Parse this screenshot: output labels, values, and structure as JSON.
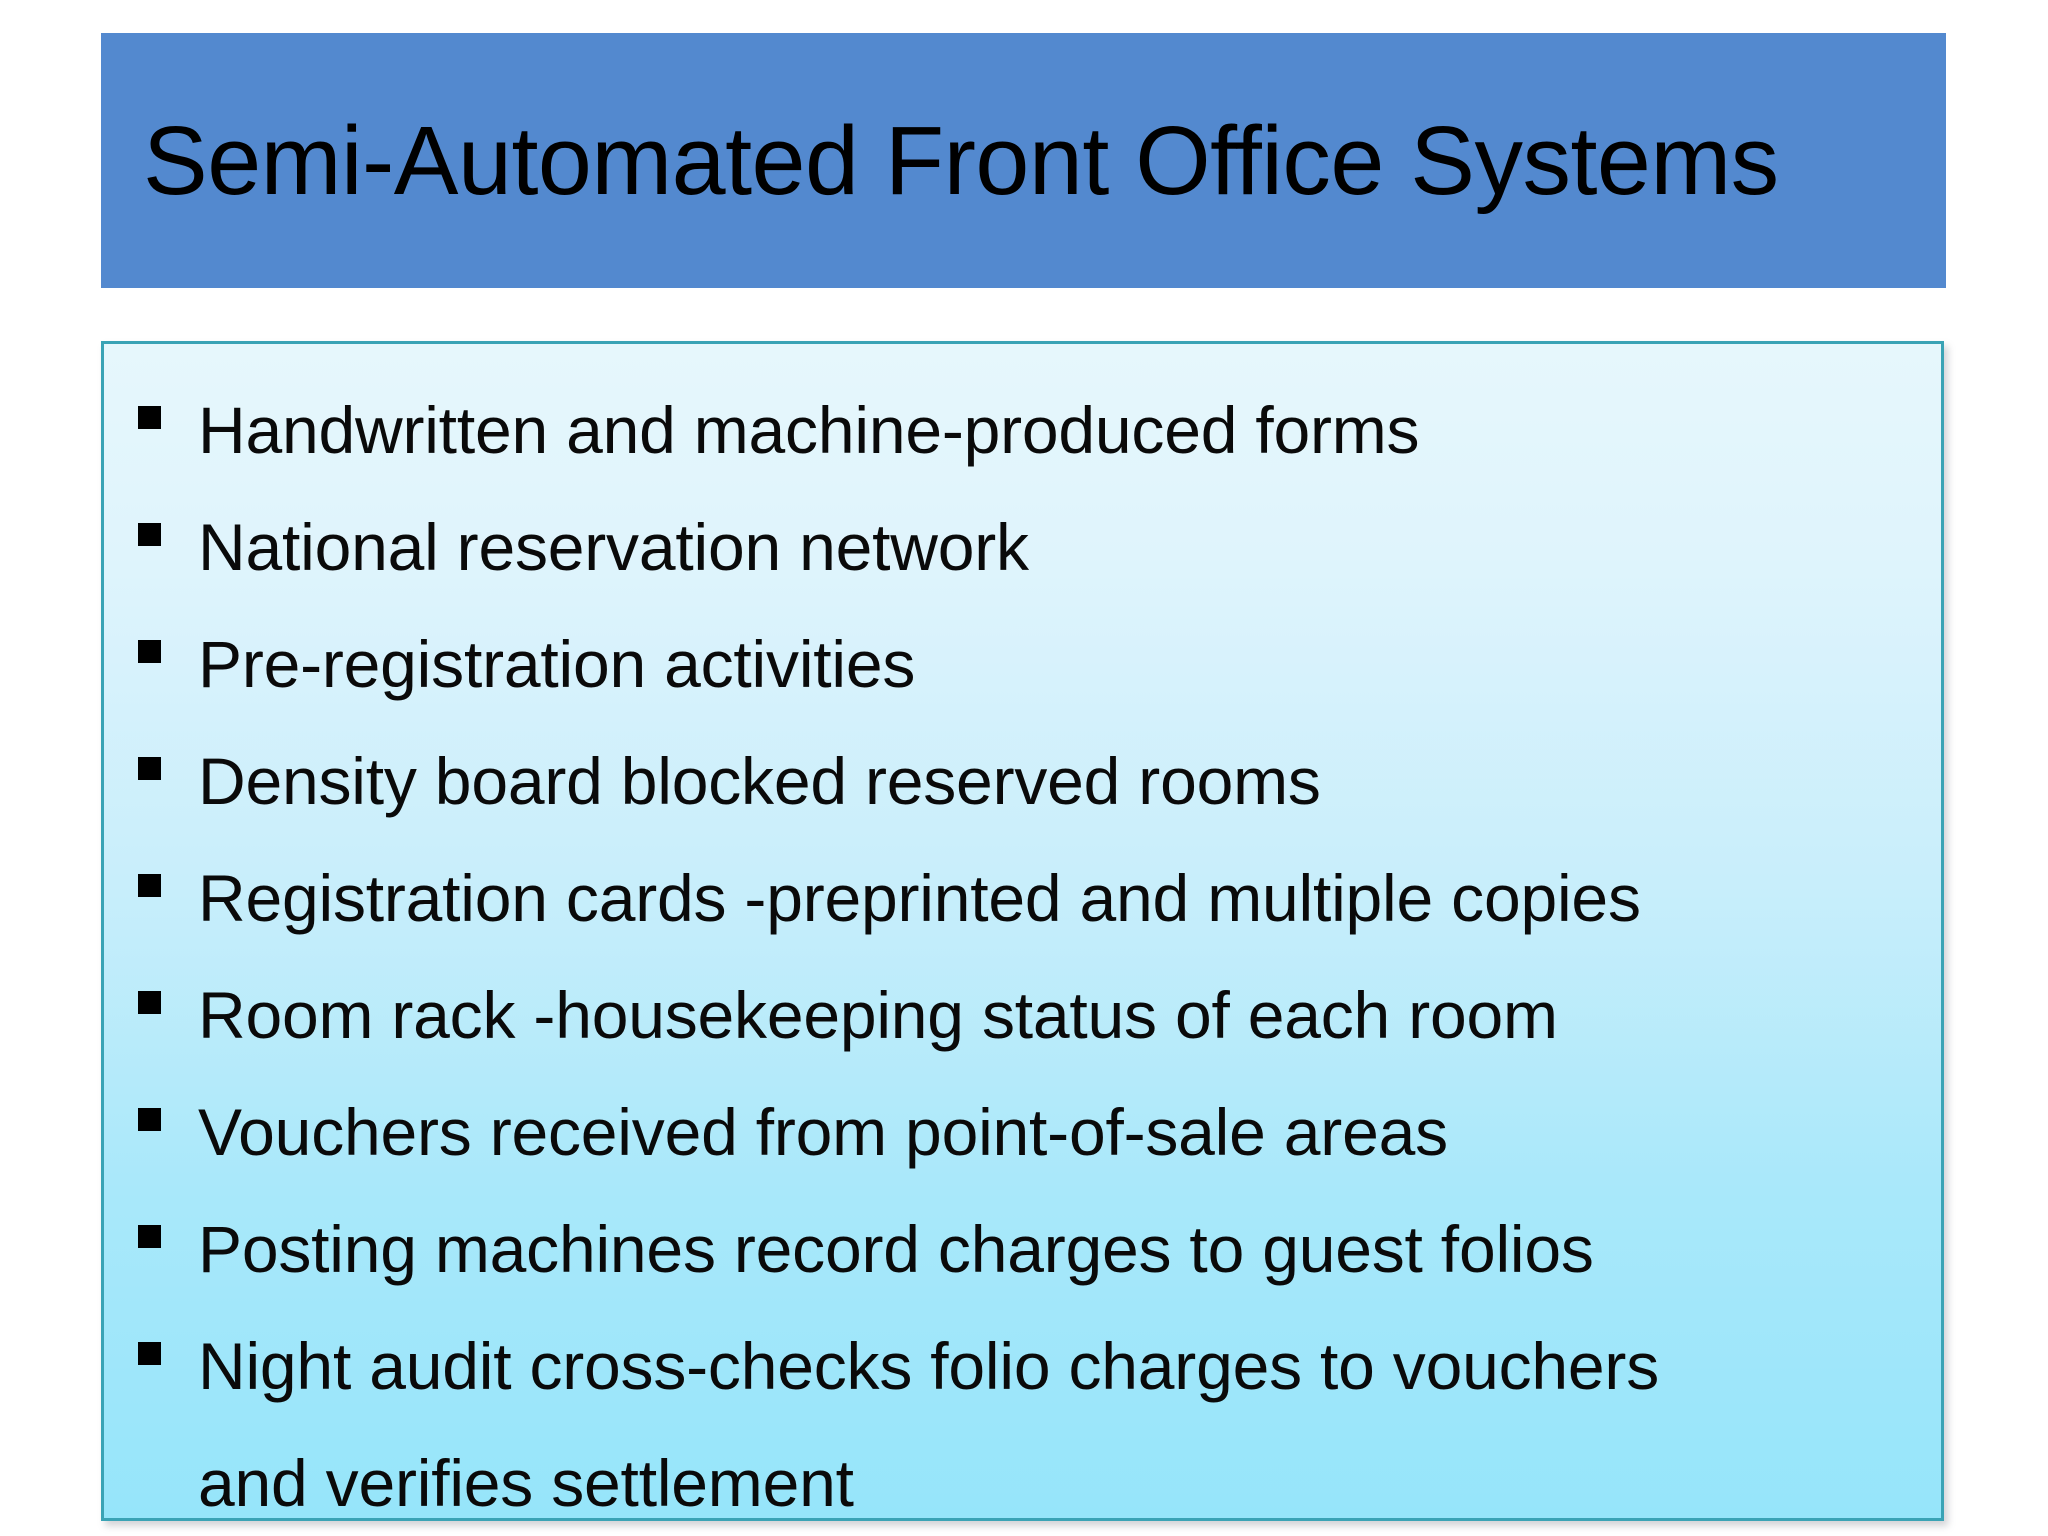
{
  "slide": {
    "title": "Semi-Automated Front Office Systems",
    "title_bar_color": "#5389CF",
    "body_border_color": "#3AA3B5",
    "body_gradient_top": "#E6F7FC",
    "body_gradient_bottom": "#96E5FA",
    "text_color": "#0A0A0A",
    "bullet_glyph": "black-square-bullet"
  },
  "body": {
    "bullets": [
      {
        "text": "Handwritten and machine-produced forms"
      },
      {
        "text": "National reservation network"
      },
      {
        "text": "Pre-registration activities"
      },
      {
        "text": "Density board blocked reserved rooms"
      },
      {
        "text": "Registration cards -preprinted and multiple copies"
      },
      {
        "text": "Room rack -housekeeping status of each room"
      },
      {
        "text": "Vouchers received from point-of-sale areas"
      },
      {
        "text": "Posting machines record charges to guest folios"
      },
      {
        "text": "Night audit cross-checks folio charges to vouchers\nand verifies settlement"
      }
    ]
  }
}
